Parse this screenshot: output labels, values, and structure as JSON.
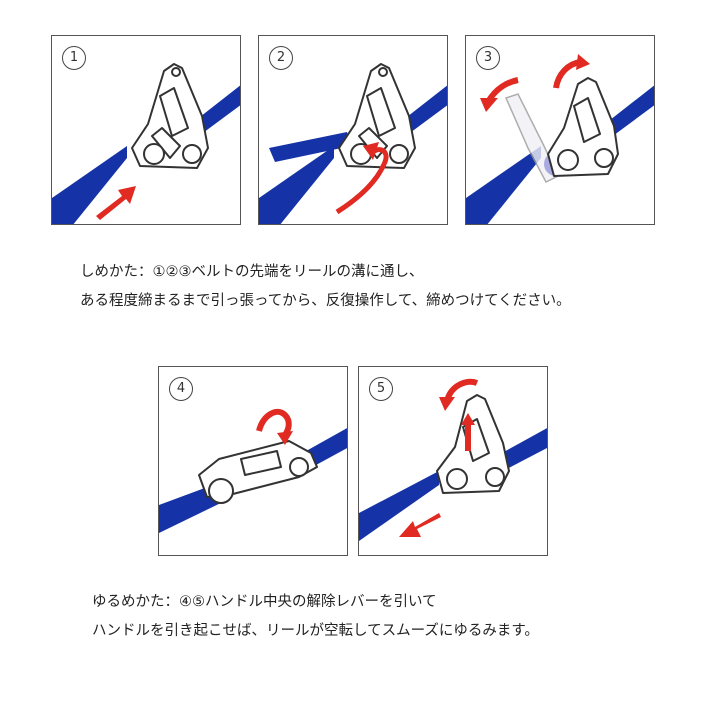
{
  "colors": {
    "strap": "#1533a6",
    "arrow": "#e02a22",
    "frame": "#333333"
  },
  "steps": [
    {
      "number": "1"
    },
    {
      "number": "2"
    },
    {
      "number": "3"
    },
    {
      "number": "4"
    },
    {
      "number": "5"
    }
  ],
  "tighten": {
    "line1": "しめかた：①②③ベルトの先端をリールの溝に通し、",
    "line2": "ある程度締まるまで引っ張ってから、反復操作して、締めつけてください。"
  },
  "loosen": {
    "line1": "ゆるめかた：④⑤ハンドル中央の解除レバーを引いて",
    "line2": "ハンドルを引き起こせば、リールが空転してスムーズにゆるみます。"
  }
}
